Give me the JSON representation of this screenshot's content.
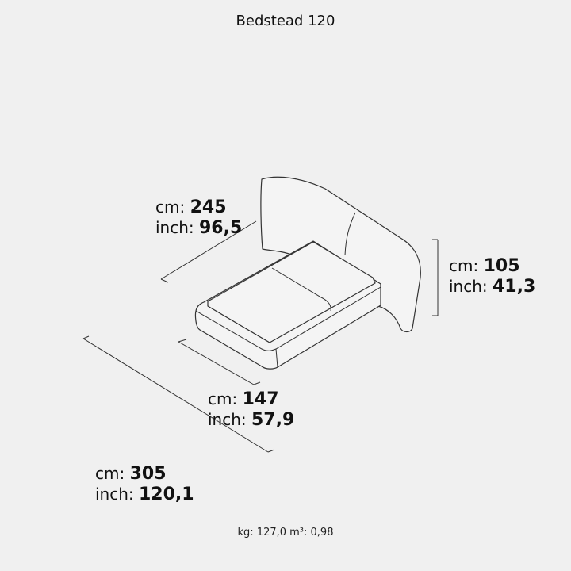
{
  "title": "Bedstead 120",
  "footer": "kg: 127,0 m³: 0,98",
  "dimensions": {
    "width": {
      "cm_label": "cm: ",
      "cm": "245",
      "inch_label": "inch: ",
      "inch": "96,5"
    },
    "height": {
      "cm_label": "cm: ",
      "cm": "105",
      "inch_label": "inch: ",
      "inch": "41,3"
    },
    "bed_length": {
      "cm_label": "cm: ",
      "cm": "147",
      "inch_label": "inch: ",
      "inch": "57,9"
    },
    "total_length": {
      "cm_label": "cm: ",
      "cm": "305",
      "inch_label": "inch: ",
      "inch": "120,1"
    }
  }
}
